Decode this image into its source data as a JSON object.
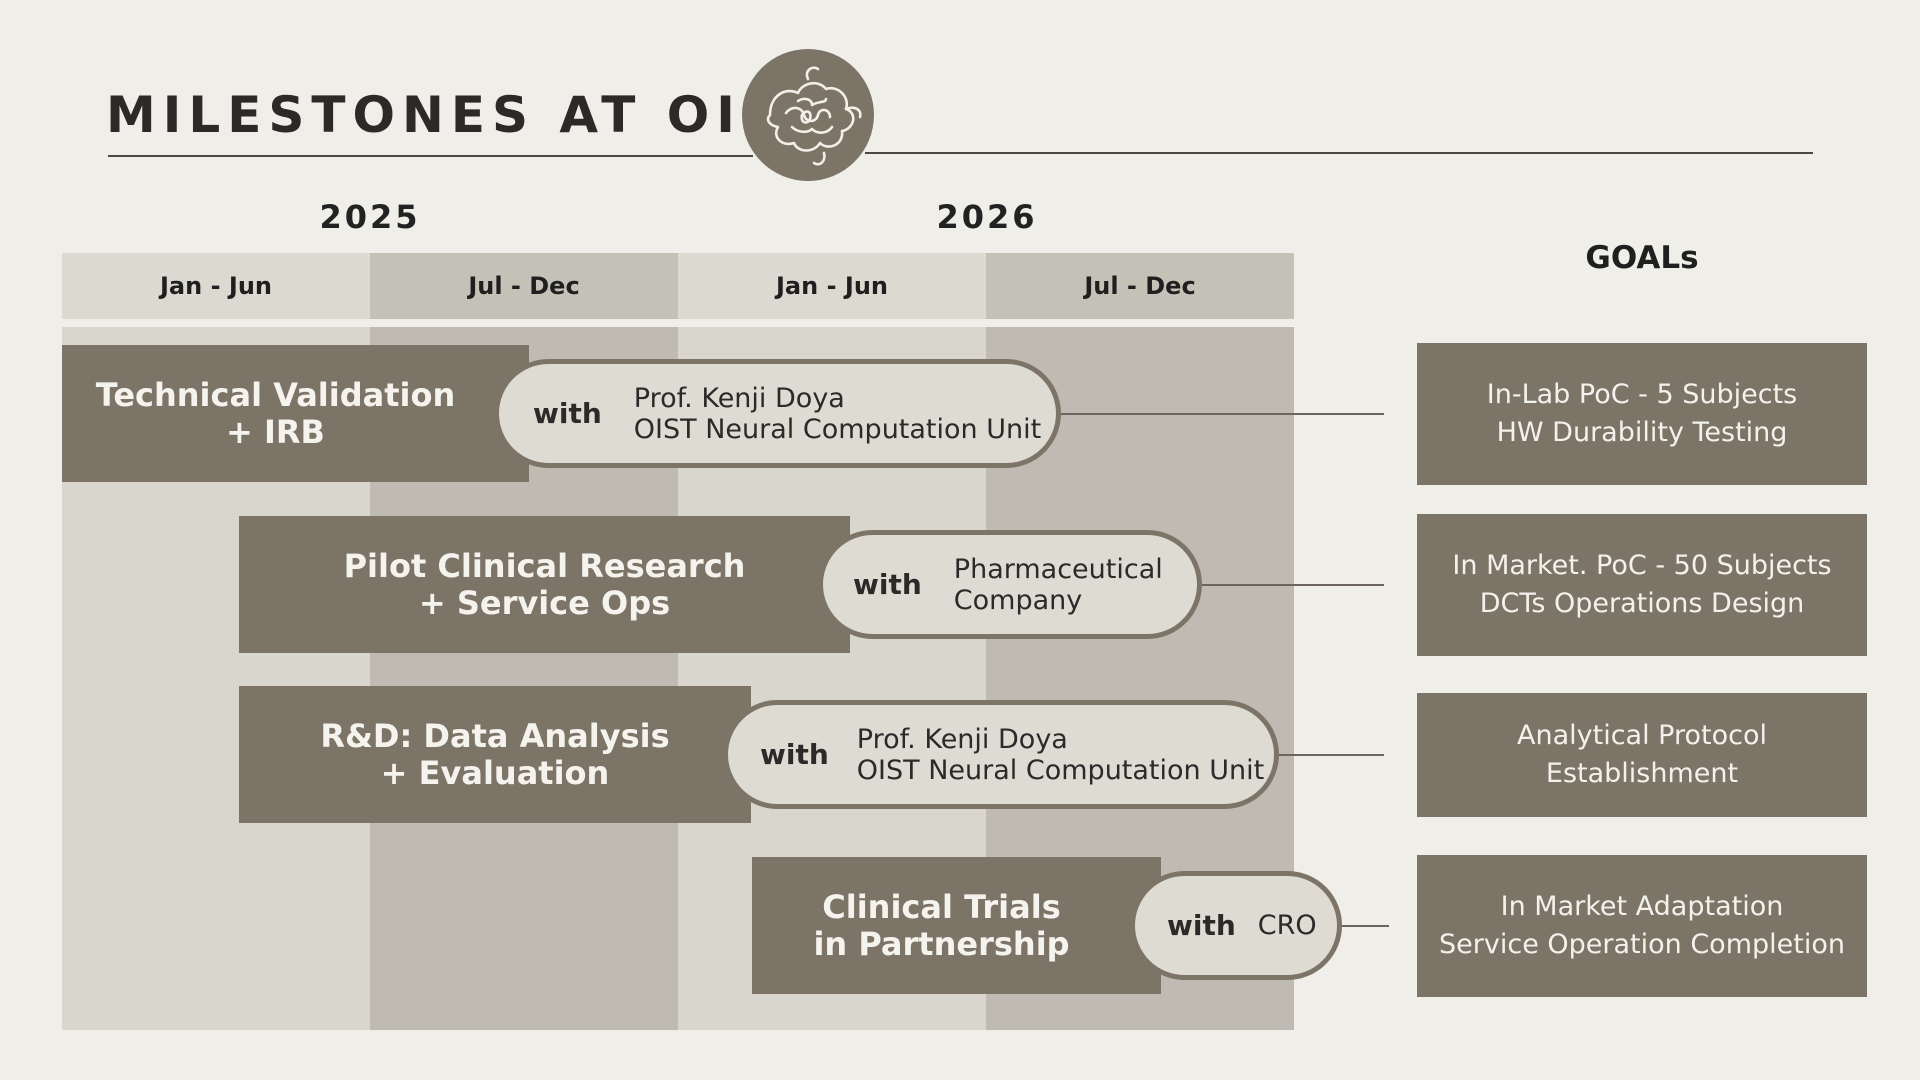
{
  "header": {
    "title": "MILESTONES AT OIST",
    "logo_icon": "neural-swirl-logo"
  },
  "timeline": {
    "years": [
      "2025",
      "2026"
    ],
    "periods": [
      "Jan - Jun",
      "Jul - Dec",
      "Jan - Jun",
      "Jul - Dec"
    ]
  },
  "milestones": [
    {
      "title_lines": [
        "Technical Validation",
        "+ IRB"
      ],
      "with_label": "with",
      "partner_lines": [
        "Prof. Kenji Doya",
        "OIST Neural Computation Unit"
      ]
    },
    {
      "title_lines": [
        "Pilot Clinical Research",
        "+ Service Ops"
      ],
      "with_label": "with",
      "partner_lines": [
        "Pharmaceutical",
        "Company"
      ]
    },
    {
      "title_lines": [
        "R&D: Data Analysis",
        "+ Evaluation"
      ],
      "with_label": "with",
      "partner_lines": [
        "Prof. Kenji Doya",
        "OIST Neural Computation Unit"
      ]
    },
    {
      "title_lines": [
        "Clinical Trials",
        "in Partnership"
      ],
      "with_label": "with",
      "partner_lines": [
        "CRO"
      ]
    }
  ],
  "goals": {
    "title": "GOALs",
    "items": [
      {
        "lines": [
          "In-Lab PoC - 5 Subjects",
          "HW Durability Testing"
        ]
      },
      {
        "lines": [
          "In Market. PoC - 50 Subjects",
          "DCTs Operations Design"
        ]
      },
      {
        "lines": [
          "Analytical Protocol",
          "Establishment"
        ]
      },
      {
        "lines": [
          "In Market Adaptation",
          "Service Operation Completion"
        ]
      }
    ]
  },
  "colors": {
    "accent": "#7d7468",
    "background": "#efeee8",
    "column_light": "#d9d6ce",
    "column_dark": "#c0bbb2"
  }
}
